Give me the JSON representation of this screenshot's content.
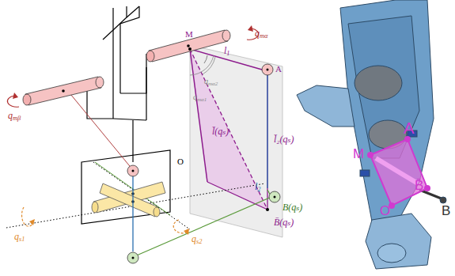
{
  "diagram": {
    "labels": [
      "M",
      "qmα",
      "l1",
      "A",
      "qmα2",
      "qmα1",
      "qmβ",
      "l̄(qₛ)",
      "l̄₂(qₛ)",
      "O",
      "l2",
      "B(qₛ)",
      "B̄(qₛ)",
      "qs1",
      "qs2",
      "A",
      "M",
      "B̄",
      "O",
      "B"
    ]
  }
}
